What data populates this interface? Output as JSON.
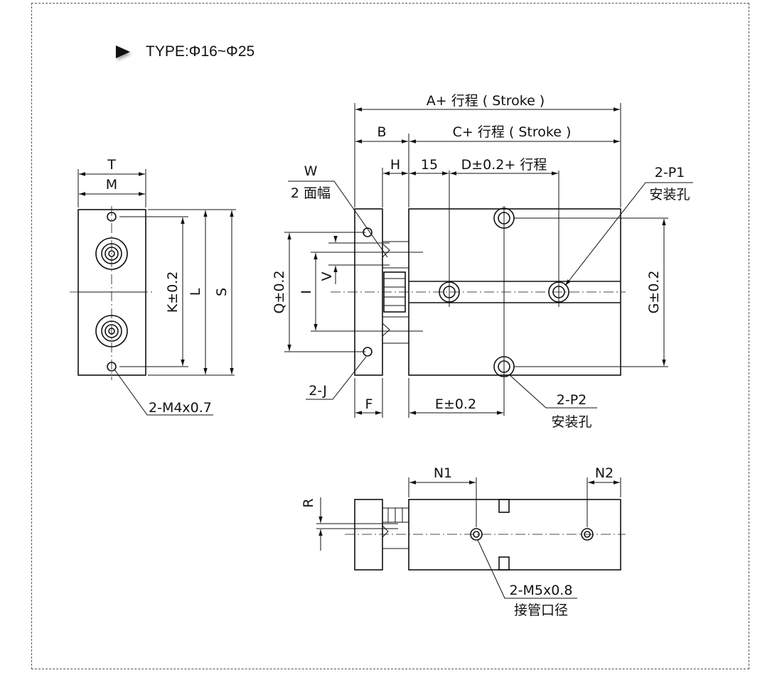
{
  "header": {
    "title": "TYPE:Φ16~Φ25"
  },
  "icons": {
    "marker": "play-triangle-icon"
  },
  "labels": {
    "A": "A+ 行程 ( Stroke )",
    "B": "B",
    "C": "C+ 行程 ( Stroke )",
    "H": "H",
    "d15": "15",
    "D": "D±0.2+ 行程",
    "W": "W",
    "W2": "2 面幅",
    "P1": "2-P1",
    "P1b": "安装孔",
    "T": "T",
    "M": "M",
    "K": "K±0.2",
    "L": "L",
    "S": "S",
    "Q": "Q±0.2",
    "I": "I",
    "V": "V",
    "G": "G±0.2",
    "J": "2-J",
    "F": "F",
    "E": "E±0.2",
    "P2": "2-P2",
    "P2b": "安装孔",
    "M4": "2-M4x0.7",
    "N1": "N1",
    "N2": "N2",
    "R": "R",
    "M5": "2-M5x0.8",
    "M5b": "接管口径"
  }
}
